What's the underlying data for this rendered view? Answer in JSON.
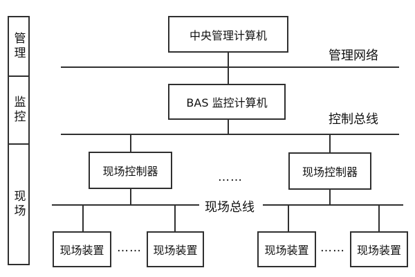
{
  "sidebar": {
    "items": [
      {
        "label": "管理"
      },
      {
        "label": "监控"
      },
      {
        "label": "现场"
      }
    ]
  },
  "nodes": {
    "central_management_computer": "中央管理计算机",
    "bas_monitoring_computer": "BAS 监控计算机",
    "field_controller_left": "现场控制器",
    "field_controller_right": "现场控制器",
    "field_device_1": "现场装置",
    "field_device_2": "现场装置",
    "field_device_3": "现场装置",
    "field_device_4": "现场装置"
  },
  "bus_labels": {
    "management_network": "管理网络",
    "control_bus": "控制总线",
    "field_bus": "现场总线"
  },
  "ellipsis": {
    "between_controllers": "……",
    "between_devices_left": "……",
    "between_devices_right": "……"
  },
  "colors": {
    "line": "#2f2f2f",
    "text": "#111111",
    "background": "#ffffff"
  }
}
